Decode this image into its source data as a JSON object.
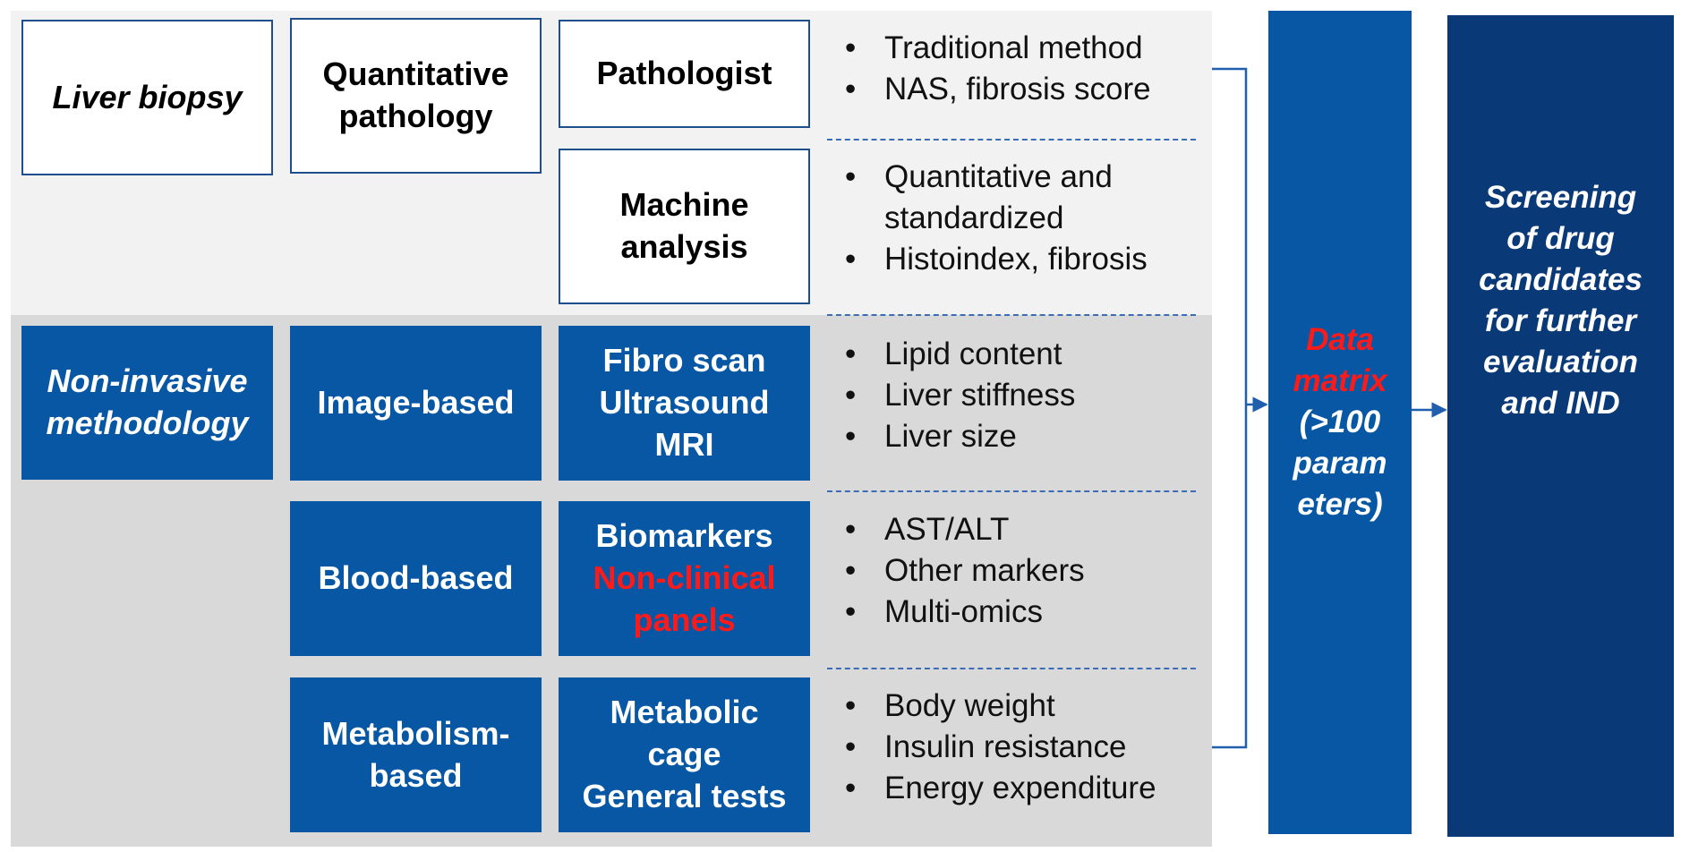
{
  "row1": {
    "liver_biopsy": "Liver biopsy",
    "quantitative_pathology": [
      "Quantitative",
      "pathology"
    ],
    "pathologist": "Pathologist",
    "machine_analysis": [
      "Machine",
      "analysis"
    ],
    "pathologist_bullets": [
      "Traditional method",
      "NAS, fibrosis score"
    ],
    "machine_bullets": [
      "Quantitative and\nstandardized",
      "Histoindex, fibrosis"
    ]
  },
  "row2": {
    "noninvasive": [
      "Non-invasive",
      "methodology"
    ],
    "image_based": "Image-based",
    "image_methods": [
      "Fibro scan",
      "Ultrasound",
      "MRI"
    ],
    "image_bullets": [
      "Lipid content",
      "Liver stiffness",
      "Liver size"
    ],
    "blood_based": "Blood-based",
    "blood_methods_line1": "Biomarkers",
    "blood_methods_red": [
      "Non-clinical",
      "panels"
    ],
    "blood_bullets": [
      "AST/ALT",
      "Other markers",
      "Multi-omics"
    ],
    "metabolism_based": [
      "Metabolism-",
      "based"
    ],
    "metabolism_methods": [
      "Metabolic",
      "cage",
      "General tests"
    ],
    "metabolism_bullets": [
      "Body weight",
      "Insulin resistance",
      "Energy expenditure"
    ]
  },
  "data_matrix": {
    "red": [
      "Data",
      "matrix"
    ],
    "white": [
      "(>100",
      "param",
      "eters)"
    ]
  },
  "screening": [
    "Screening",
    "of drug",
    "candidates",
    "for further",
    "evaluation",
    "and IND"
  ],
  "colors": {
    "top_band": "#f2f2f2",
    "bottom_band": "#d9d9d9",
    "box_blue": "#0757a5",
    "navy": "#0a3977",
    "accent_red": "#ff1a1a",
    "outline": "#1f4e8c"
  }
}
